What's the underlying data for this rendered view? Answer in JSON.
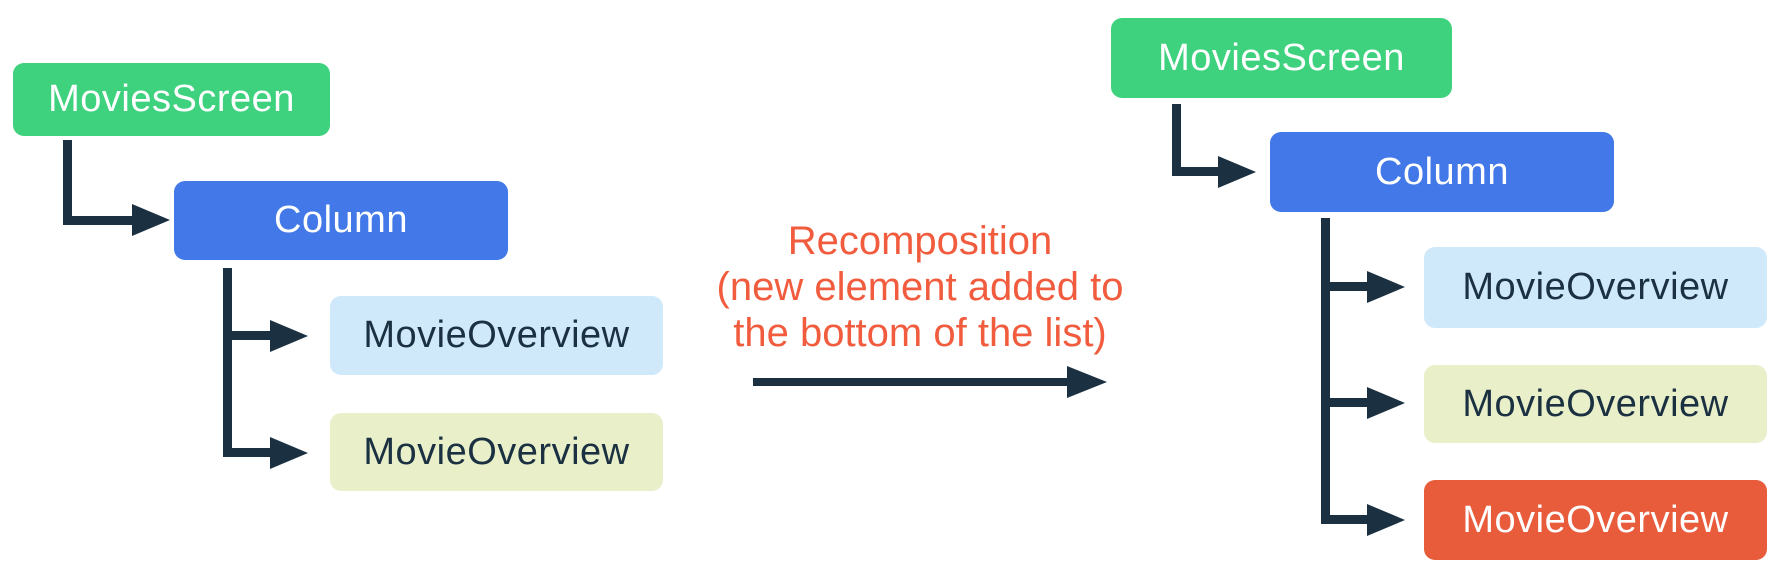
{
  "palette": {
    "node-green": "#3ED17E",
    "node-blue": "#4278E8",
    "node-light-blue": "#CFE9FB",
    "node-light-yellow": "#E9F0C9",
    "node-orange": "#E85B3B",
    "connector-ink": "#1B3142",
    "annotation-orange": "#F25C3E",
    "node-text-light": "#FFFFFF",
    "node-text-dark": "#1B3142"
  },
  "diagram": {
    "left_tree": {
      "nodes": [
        {
          "label": "MoviesScreen",
          "color": "green"
        },
        {
          "label": "Column",
          "color": "blue"
        },
        {
          "label": "MovieOverview",
          "color": "light-blue"
        },
        {
          "label": "MovieOverview",
          "color": "light-yellow"
        }
      ]
    },
    "transition": {
      "label_lines": [
        "Recomposition",
        "(new element added to",
        "the bottom of the list)"
      ]
    },
    "right_tree": {
      "nodes": [
        {
          "label": "MoviesScreen",
          "color": "green"
        },
        {
          "label": "Column",
          "color": "blue"
        },
        {
          "label": "MovieOverview",
          "color": "light-blue"
        },
        {
          "label": "MovieOverview",
          "color": "light-yellow"
        },
        {
          "label": "MovieOverview",
          "color": "orange",
          "state": "new"
        }
      ]
    }
  }
}
